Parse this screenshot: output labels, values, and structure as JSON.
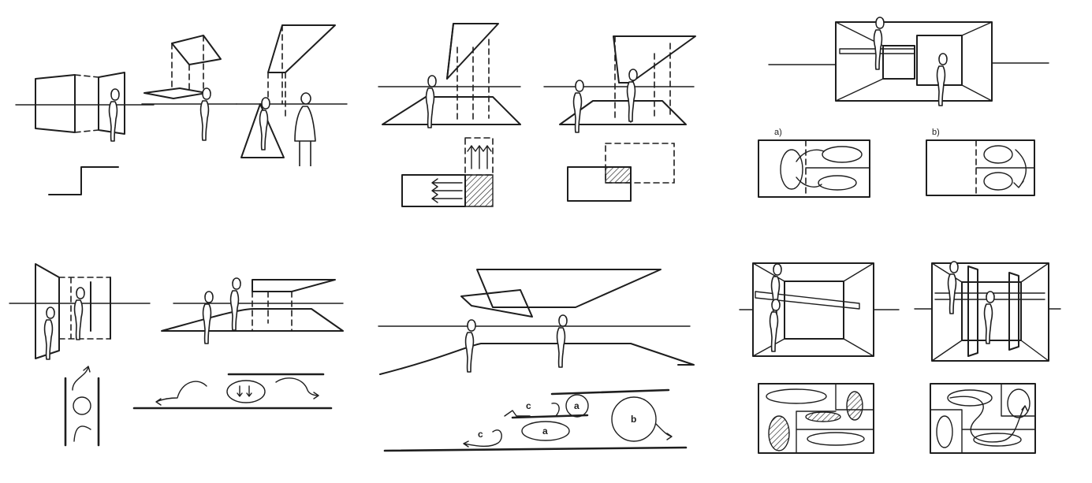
{
  "labels": {
    "plan_a": "a)",
    "plan_b": "b)",
    "bubble_a_small": "a",
    "bubble_a_large": "a",
    "bubble_b": "b",
    "bubble_c_left": "c",
    "bubble_c_mid": "c"
  }
}
